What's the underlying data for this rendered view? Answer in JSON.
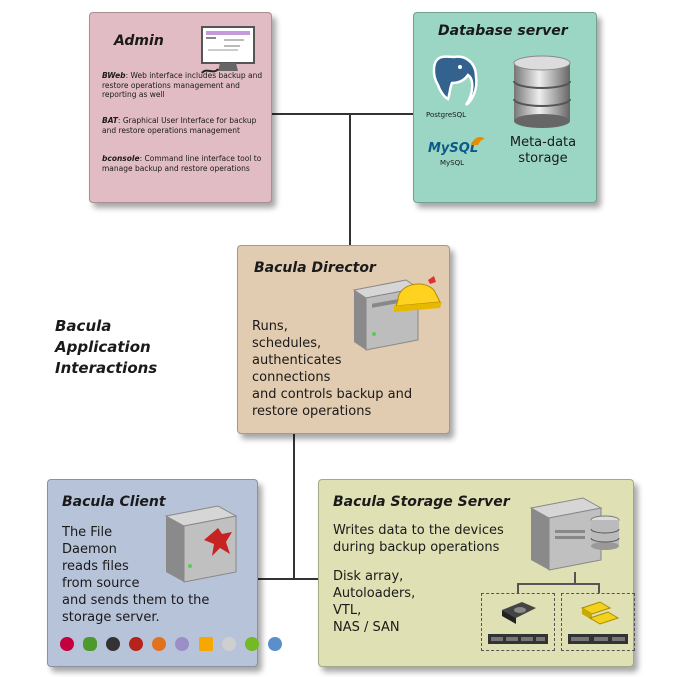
{
  "title": [
    "Bacula",
    "Application",
    "Interactions"
  ],
  "admin": {
    "title": "Admin",
    "items": [
      {
        "name": "BWeb",
        "text": ": Web interface includes backup and restore operations management and reporting as well"
      },
      {
        "name": "BAT",
        "text": ": Graphical User Interface for backup and restore operations management"
      },
      {
        "name": "bconsole",
        "text": ": Command line interface tool to manage backup and restore operations"
      }
    ]
  },
  "database": {
    "title": "Database server",
    "postgres_label": "PostgreSQL",
    "mysql_logo": "MySQL",
    "mysql_label": "MySQL",
    "storage_label": [
      "Meta-data",
      "storage"
    ]
  },
  "director": {
    "title": "Bacula Director",
    "desc": [
      "Runs,",
      "schedules,",
      "authenticates",
      "connections",
      "and controls backup and",
      "restore operations"
    ]
  },
  "client": {
    "title": "Bacula Client",
    "desc": [
      "The File",
      "Daemon",
      "reads files",
      "from source",
      "and sends them to the",
      "storage server."
    ],
    "os_icons": [
      "debian-icon",
      "suse-icon",
      "ubuntu-icon",
      "freebsd-icon",
      "mandriva-icon",
      "gentoo-icon",
      "windows-icon",
      "apple-icon",
      "opensuse-icon",
      "centos-icon"
    ]
  },
  "storage": {
    "title": "Bacula Storage Server",
    "desc1": [
      "Writes data to the devices",
      "during backup operations"
    ],
    "desc2": [
      "Disk array,",
      "Autoloaders,",
      "VTL,",
      "NAS / SAN"
    ]
  },
  "colors": {
    "admin_bg": "#e1bcc4",
    "database_bg": "#9ad6c3",
    "director_bg": "#e1cbb1",
    "client_bg": "#b7c3d9",
    "storage_bg": "#dfe0b4"
  }
}
